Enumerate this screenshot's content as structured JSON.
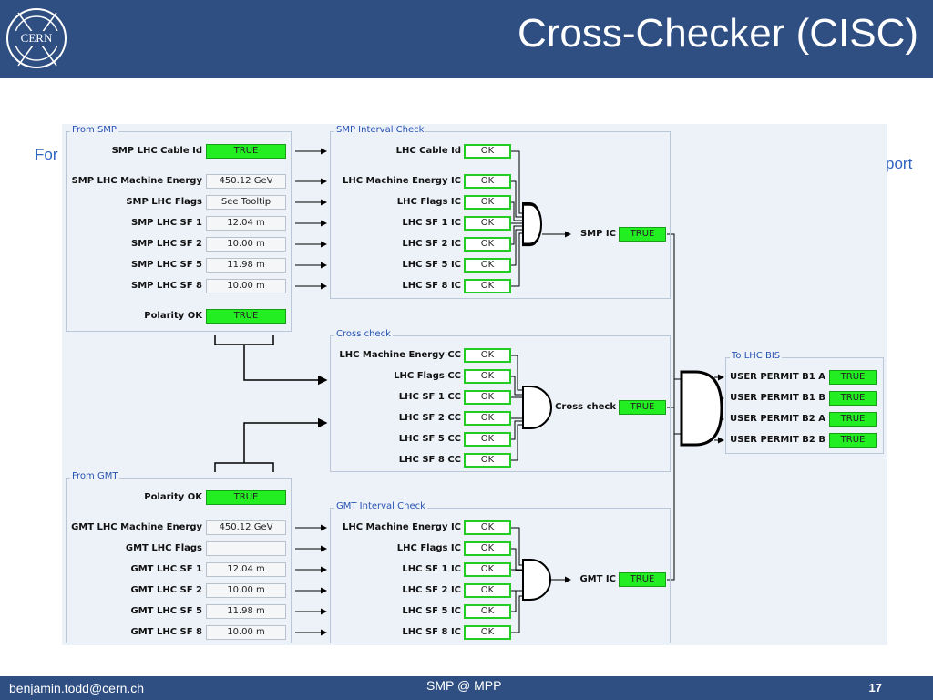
{
  "header": {
    "title": "Cross-Checker (CISC)",
    "logo_text": "CERN"
  },
  "background_text": {
    "left_fragment": "For",
    "right_fragment": "port"
  },
  "footer": {
    "email": "benjamin.todd@cern.ch",
    "center": "SMP @ MPP",
    "page_number": "17"
  },
  "diagram": {
    "from_smp": {
      "title": "From SMP",
      "rows": [
        {
          "label": "SMP LHC Cable Id",
          "value": "TRUE"
        },
        {
          "label": "SMP LHC Machine Energy",
          "value": "450.12 GeV"
        },
        {
          "label": "SMP LHC Flags",
          "value": "See Tooltip"
        },
        {
          "label": "SMP LHC SF 1",
          "value": "12.04 m"
        },
        {
          "label": "SMP LHC SF 2",
          "value": "10.00 m"
        },
        {
          "label": "SMP LHC SF 5",
          "value": "11.98 m"
        },
        {
          "label": "SMP LHC SF 8",
          "value": "10.00 m"
        },
        {
          "label": "Polarity OK",
          "value": "TRUE"
        }
      ]
    },
    "from_gmt": {
      "title": "From GMT",
      "rows": [
        {
          "label": "Polarity OK",
          "value": "TRUE"
        },
        {
          "label": "GMT LHC Machine Energy",
          "value": "450.12 GeV"
        },
        {
          "label": "GMT LHC Flags",
          "value": ""
        },
        {
          "label": "GMT LHC SF 1",
          "value": "12.04 m"
        },
        {
          "label": "GMT LHC SF 2",
          "value": "10.00 m"
        },
        {
          "label": "GMT LHC SF 5",
          "value": "11.98 m"
        },
        {
          "label": "GMT LHC SF 8",
          "value": "10.00 m"
        }
      ]
    },
    "smp_interval_check": {
      "title": "SMP Interval Check",
      "rows": [
        {
          "label": "LHC Cable Id",
          "value": "OK"
        },
        {
          "label": "LHC Machine Energy IC",
          "value": "OK"
        },
        {
          "label": "LHC Flags IC",
          "value": "OK"
        },
        {
          "label": "LHC SF 1 IC",
          "value": "OK"
        },
        {
          "label": "LHC SF 2 IC",
          "value": "OK"
        },
        {
          "label": "LHC SF 5 IC",
          "value": "OK"
        },
        {
          "label": "LHC SF 8 IC",
          "value": "OK"
        }
      ],
      "output_label": "SMP IC",
      "output_value": "TRUE"
    },
    "cross_check": {
      "title": "Cross check",
      "rows": [
        {
          "label": "LHC Machine Energy CC",
          "value": "OK"
        },
        {
          "label": "LHC Flags CC",
          "value": "OK"
        },
        {
          "label": "LHC SF 1 CC",
          "value": "OK"
        },
        {
          "label": "LHC SF 2 CC",
          "value": "OK"
        },
        {
          "label": "LHC SF 5 CC",
          "value": "OK"
        },
        {
          "label": "LHC SF 8 CC",
          "value": "OK"
        }
      ],
      "output_label": "Cross check",
      "output_value": "TRUE"
    },
    "gmt_interval_check": {
      "title": "GMT Interval Check",
      "rows": [
        {
          "label": "LHC Machine Energy IC",
          "value": "OK"
        },
        {
          "label": "LHC Flags IC",
          "value": "OK"
        },
        {
          "label": "LHC SF 1 IC",
          "value": "OK"
        },
        {
          "label": "LHC SF 2 IC",
          "value": "OK"
        },
        {
          "label": "LHC SF 5 IC",
          "value": "OK"
        },
        {
          "label": "LHC SF 8 IC",
          "value": "OK"
        }
      ],
      "output_label": "GMT IC",
      "output_value": "TRUE"
    },
    "to_lhc_bis": {
      "title": "To LHC BIS",
      "rows": [
        {
          "label": "USER PERMIT B1 A",
          "value": "TRUE"
        },
        {
          "label": "USER PERMIT B1 B",
          "value": "TRUE"
        },
        {
          "label": "USER PERMIT B2 A",
          "value": "TRUE"
        },
        {
          "label": "USER PERMIT B2 B",
          "value": "TRUE"
        }
      ]
    }
  }
}
